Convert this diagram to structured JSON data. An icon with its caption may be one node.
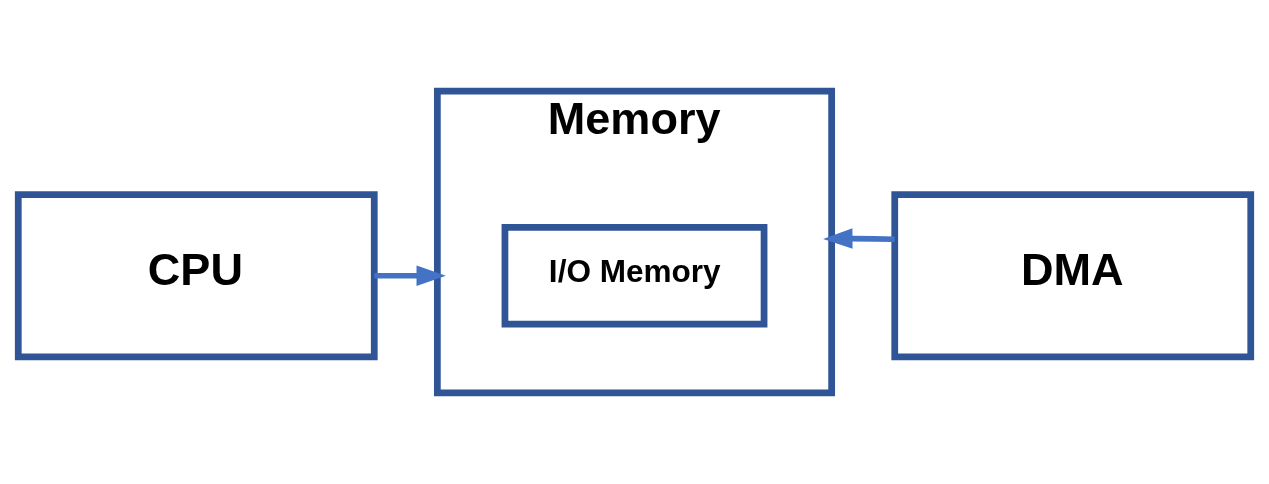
{
  "diagram": {
    "nodes": [
      {
        "text": [
          "CPU"
        ]
      },
      {
        "text": [
          "Memory"
        ]
      },
      {
        "text": [
          "I/O Memory"
        ],
        "in": 1
      },
      {
        "text": [
          "DMA"
        ]
      }
    ],
    "edges": [
      {
        "from": 0,
        "to": 1,
        "arrow": "to"
      },
      {
        "from": 3,
        "to": 1,
        "arrow": "to"
      }
    ]
  }
}
